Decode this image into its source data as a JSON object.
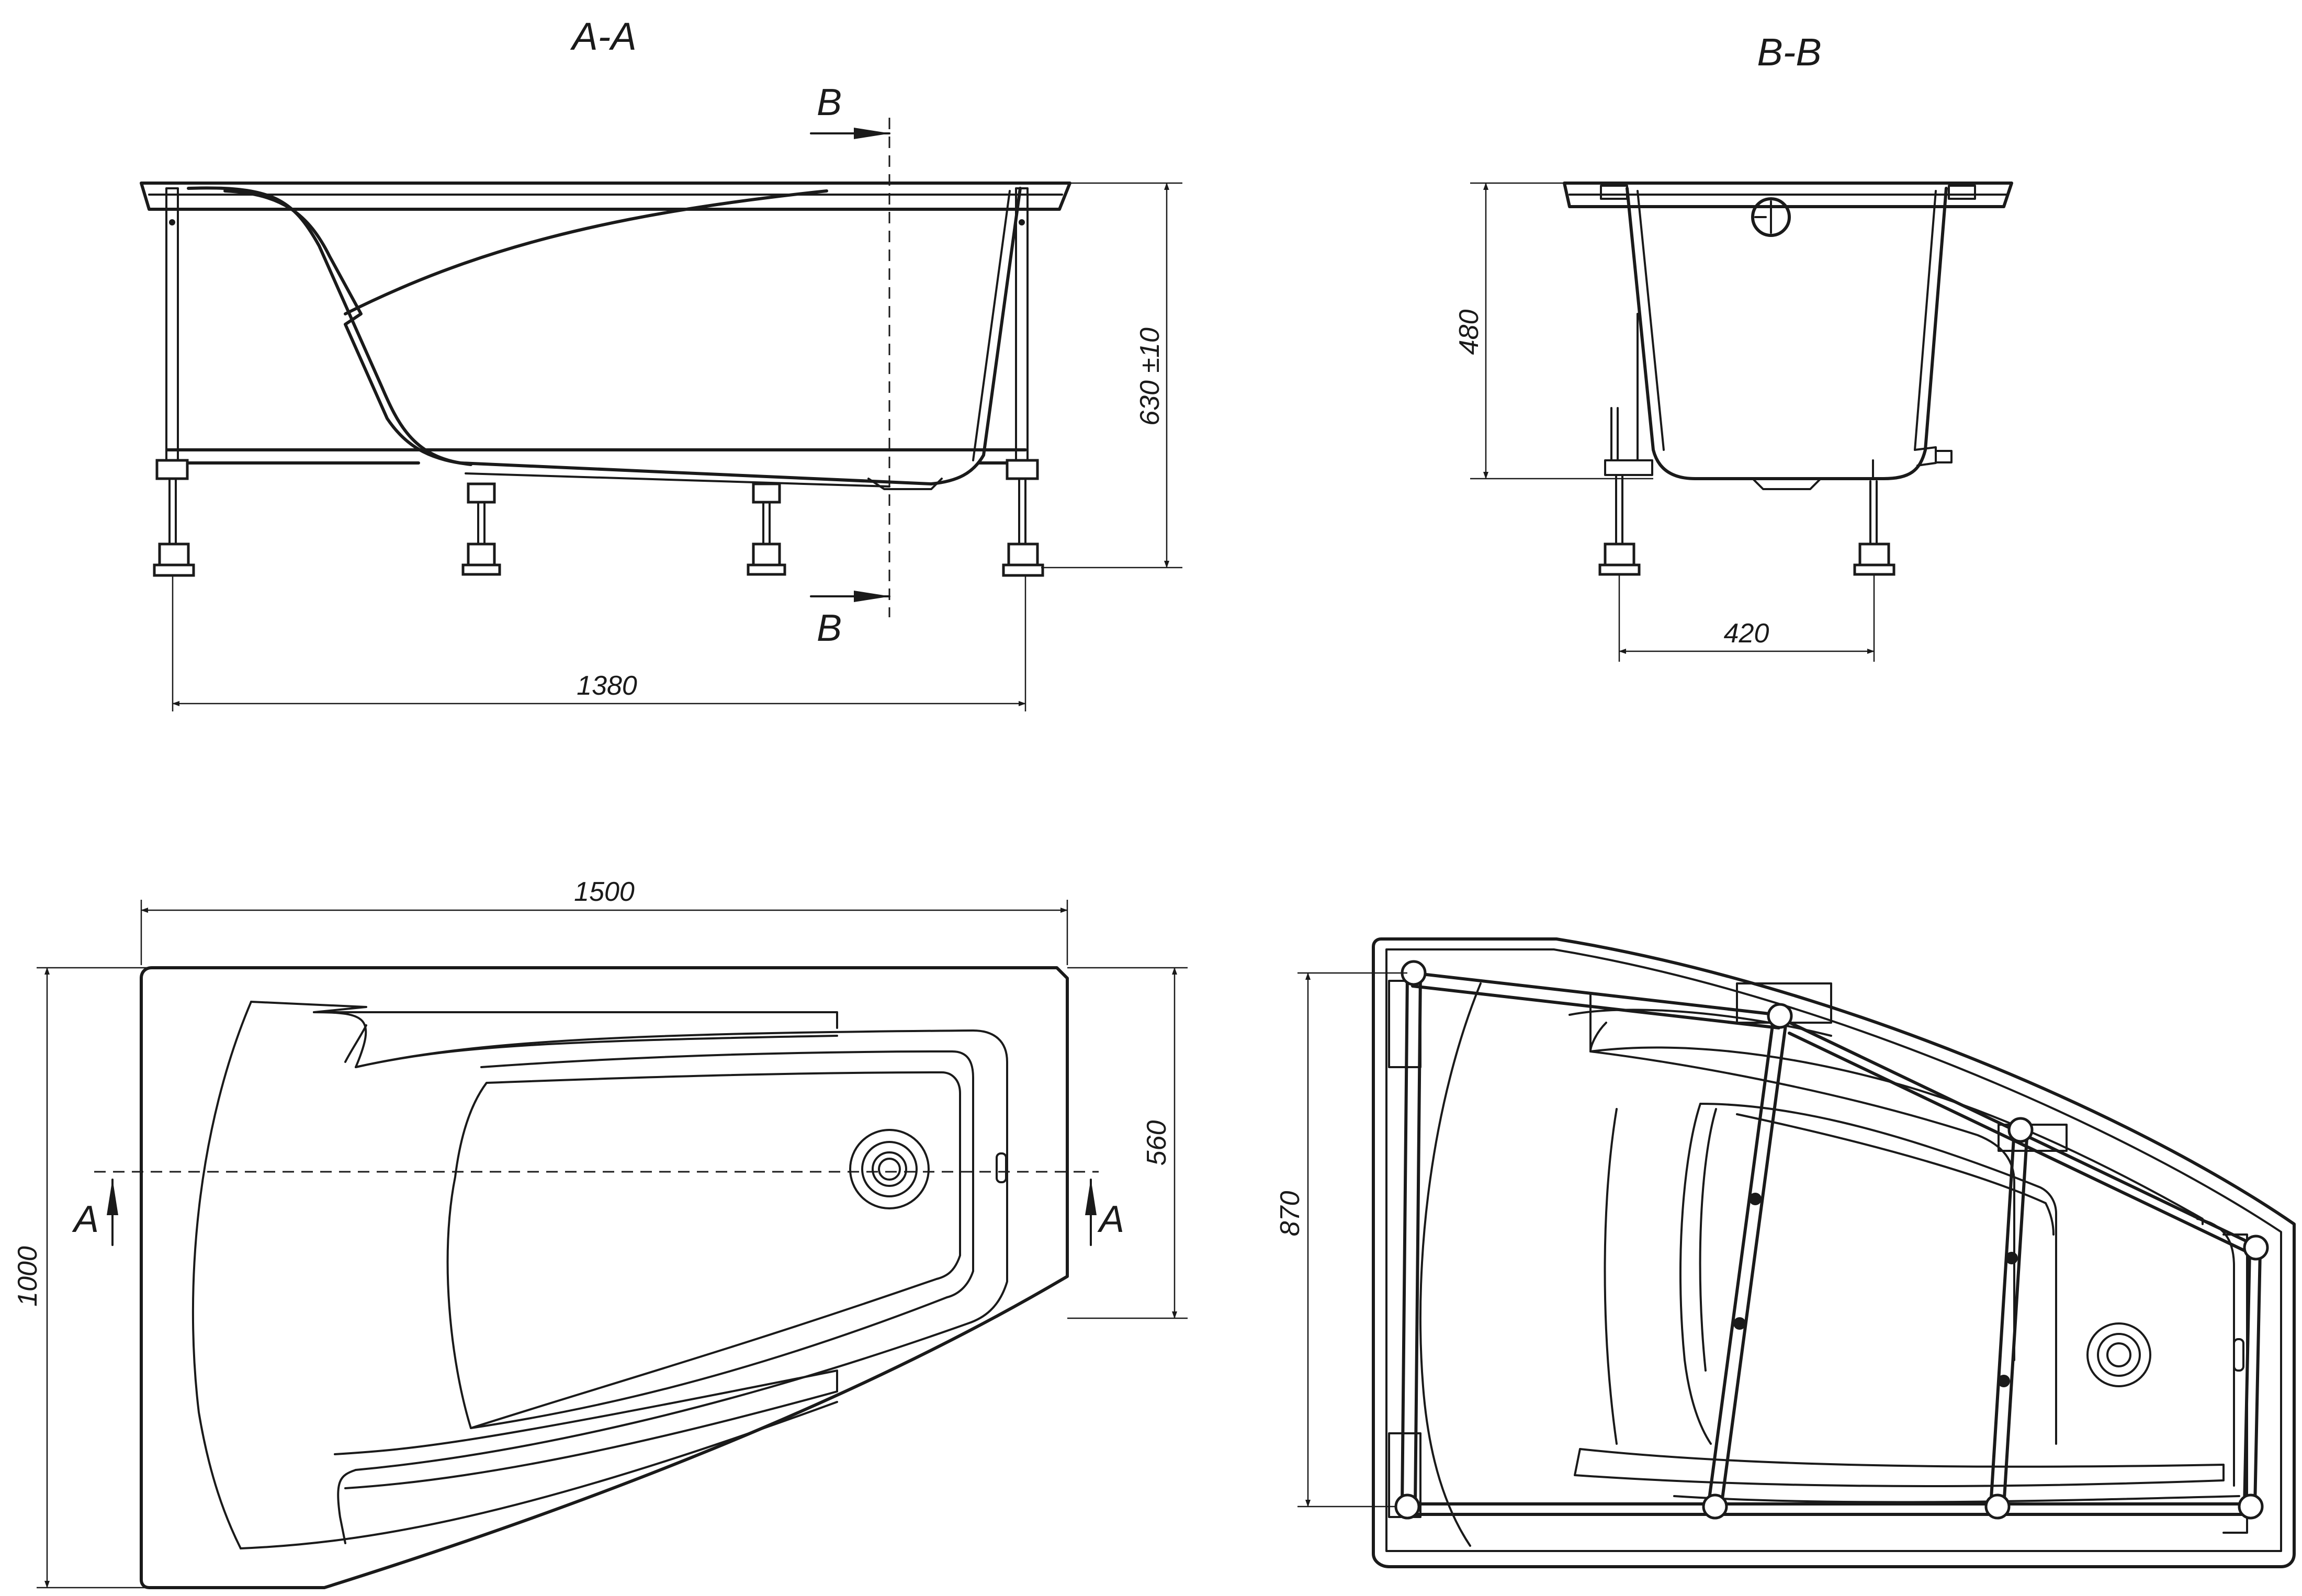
{
  "sections": {
    "aa_title": "A-A",
    "bb_title": "B-B",
    "cut_b_top": "B",
    "cut_b_bottom": "B",
    "cut_a_left": "A",
    "cut_a_right": "A"
  },
  "dimensions": {
    "aa_height": "630 ±10",
    "aa_length": "1380",
    "bb_depth": "480",
    "bb_width": "420",
    "plan_length": "1500",
    "plan_depth": "1000",
    "plan_short_side": "560",
    "frame_depth": "870"
  }
}
